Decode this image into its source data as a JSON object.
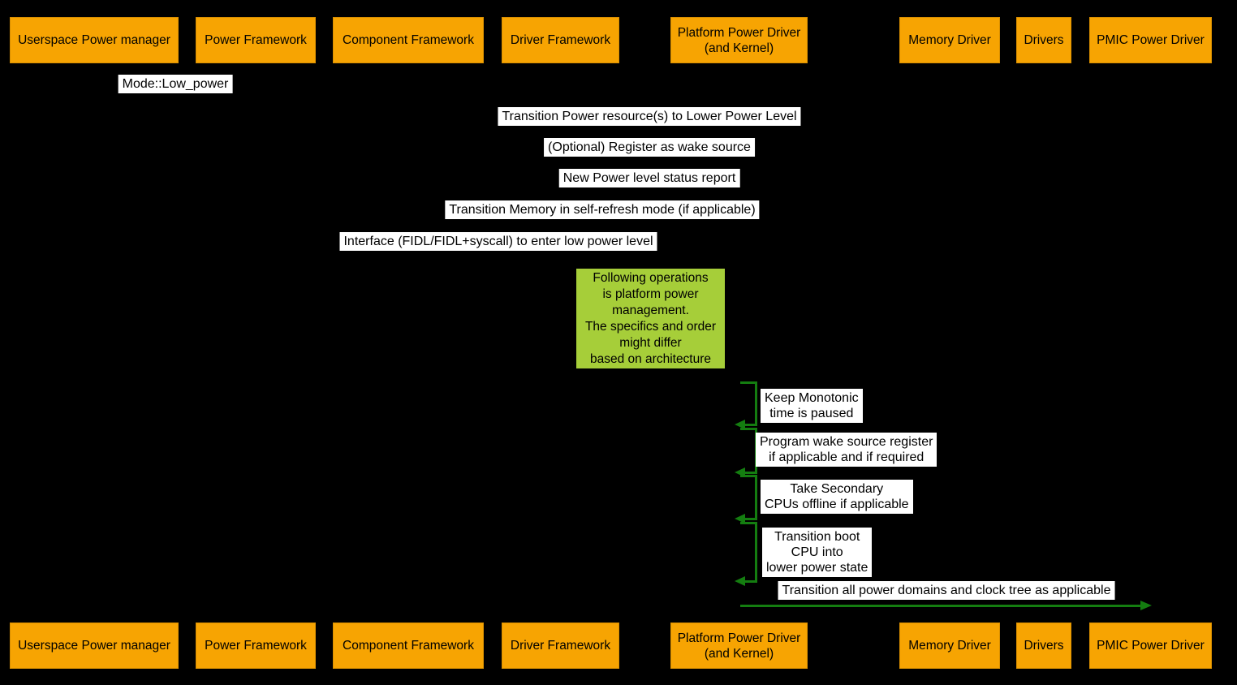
{
  "colors": {
    "background": "#000000",
    "participant_fill": "#f7a402",
    "participant_text": "#000000",
    "note_fill": "#a6ce39",
    "arrow_green": "#147d10",
    "message_label_bg": "#ffffff",
    "message_label_text": "#000000"
  },
  "participants": [
    {
      "label": "Userspace Power manager"
    },
    {
      "label": "Power Framework"
    },
    {
      "label": "Component Framework"
    },
    {
      "label": "Driver Framework"
    },
    {
      "label": "Platform Power Driver (and Kernel)"
    },
    {
      "label": "Memory Driver"
    },
    {
      "label": "Drivers"
    },
    {
      "label": "PMIC Power Driver"
    }
  ],
  "messages": [
    {
      "text": "Mode::Low_power"
    },
    {
      "text": "Transition Power resource(s) to Lower Power Level"
    },
    {
      "text": "(Optional) Register as wake source"
    },
    {
      "text": "New Power level status report"
    },
    {
      "text": "Transition Memory in self-refresh mode (if applicable)"
    },
    {
      "text": "Interface (FIDL/FIDL+syscall) to enter low power level"
    }
  ],
  "note": {
    "text": "Following operations\nis platform power\nmanagement.\nThe specifics and order\nmight differ\nbased on architecture"
  },
  "self_messages": [
    {
      "text": "Keep Monotonic\ntime is paused"
    },
    {
      "text": "Program wake source register\nif applicable and if required"
    },
    {
      "text": "Take Secondary\nCPUs offline if applicable"
    },
    {
      "text": "Transition boot\nCPU into\nlower power state"
    }
  ],
  "final_message": {
    "text": "Transition all power domains and clock tree as applicable"
  }
}
